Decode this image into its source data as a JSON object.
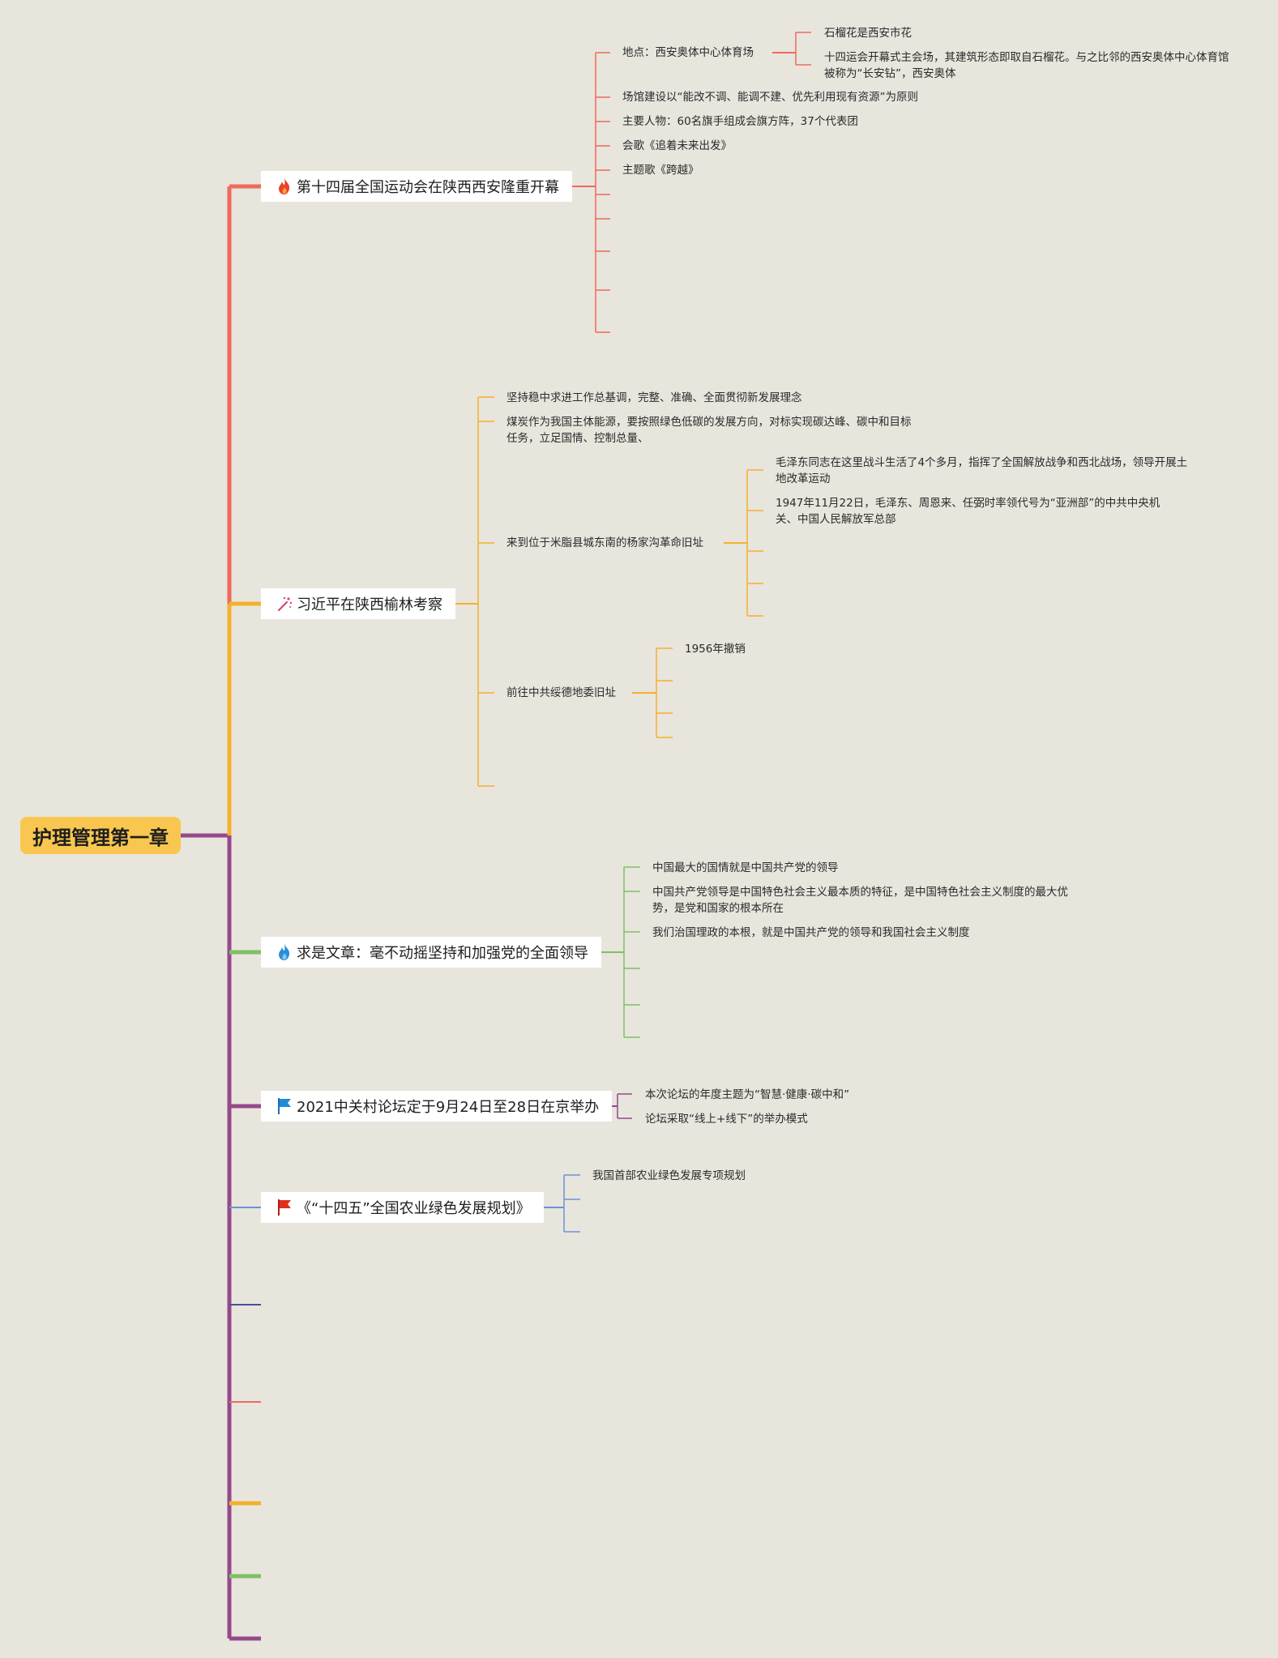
{
  "root": {
    "label": "护理管理第一章"
  },
  "colors": {
    "red": "#ee6a5a",
    "orange": "#f5b02f",
    "purple": "#944a8a",
    "green": "#7dc064",
    "blue": "#6a93d4",
    "indigo": "#4a4e9e"
  },
  "topics": [
    {
      "label": "第十四届全国运动会在陕西西安隆重开幕",
      "icon": "fire-icon"
    },
    {
      "label": "习近平在陕西榆林考察",
      "icon": "sparkle-wand-icon"
    },
    {
      "label": "求是文章：毫不动摇坚持和加强党的全面领导",
      "icon": "blue-flame-icon"
    },
    {
      "label": "2021中关村论坛定于9月24日至28日在京举办",
      "icon": "blue-flag-icon"
    },
    {
      "label": "《“十四五”全国农业绿色发展规划》",
      "icon": "red-flag-icon"
    }
  ],
  "t1": {
    "venue": "地点：西安奥体中心体育场",
    "venue_notes": [
      "石榴花是西安市花",
      "十四运会开幕式主会场，其建筑形态即取自石榴花。与之比邻的西安奥体中心体育馆被称为“长安钻”，西安奥体"
    ],
    "items": [
      "场馆建设以“能改不调、能调不建、优先利用现有资源”为原则",
      "主要人物：60名旗手组成会旗方阵，37个代表团",
      "会歌《追着未来出发》",
      "主题歌《跨越》"
    ]
  },
  "t2": {
    "items": [
      "坚持稳中求进工作总基调，完整、准确、全面贯彻新发展理念",
      "煤炭作为我国主体能源，要按照绿色低碳的发展方向，对标实现碳达峰、碳中和目标任务，立足国情、控制总量、"
    ],
    "yjg": "来到位于米脂县城东南的杨家沟革命旧址",
    "yjg_notes": [
      "毛泽东同志在这里战斗生活了4个多月，指挥了全国解放战争和西北战场，领导开展土地改革运动",
      "1947年11月22日，毛泽东、周恩来、任弼时率领代号为“亚洲部”的中共中央机关、中国人民解放军总部"
    ],
    "suide": "前往中共绥德地委旧址",
    "suide_notes": [
      "1956年撤销"
    ]
  },
  "t3": {
    "items": [
      "中国最大的国情就是中国共产党的领导",
      "中国共产党领导是中国特色社会主义最本质的特征，是中国特色社会主义制度的最大优势，是党和国家的根本所在",
      "我们治国理政的本根，就是中国共产党的领导和我国社会主义制度"
    ]
  },
  "t4": {
    "items": [
      "本次论坛的年度主题为“智慧·健康·碳中和”",
      "论坛采取“线上+线下”的举办模式"
    ]
  },
  "t5": {
    "items": [
      "我国首部农业绿色发展专项规划"
    ]
  }
}
